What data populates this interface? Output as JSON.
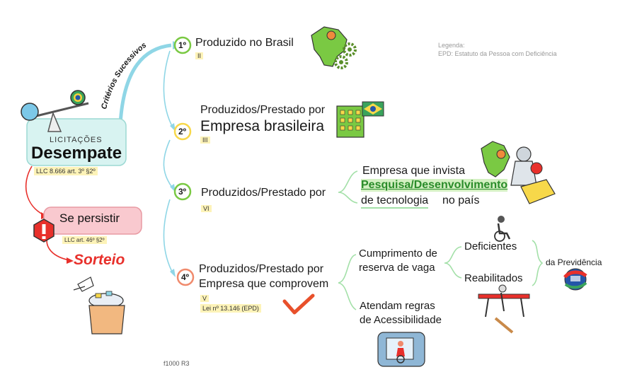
{
  "left": {
    "box_line1": "LICITAÇÕES",
    "box_line2": "Desempate",
    "box_ref": "LLC 8.666 art. 3º §2º",
    "persist_label": "Se persistir",
    "persist_ref": "LLC art. 46º §2º",
    "sorteio_label": "Sorteio"
  },
  "curve_label": "Critérios Sucessivos",
  "criteria": [
    {
      "num": "1º",
      "line1": "Produzido no Brasil",
      "line2": "",
      "roman": "II"
    },
    {
      "num": "2º",
      "line1": "Produzidos/Prestado por",
      "line2": "Empresa brasileira",
      "roman": "III"
    },
    {
      "num": "3º",
      "line1": "Produzidos/Prestado por",
      "line2": "",
      "roman": "VI"
    },
    {
      "num": "4º",
      "line1": "Produzidos/Prestado por",
      "line2": "Empresa que comprovem",
      "roman": "V",
      "ref": "Lei nº 13.146 (EPD)"
    }
  ],
  "branch3": {
    "line1": "Empresa que invista",
    "line2": "Pesquisa/Desenvolvimento",
    "line3a": "de tecnologia",
    "line3b": "no país"
  },
  "branch4": {
    "reserva_line1": "Cumprimento de",
    "reserva_line2": "reserva de vaga",
    "deficientes": "Deficientes",
    "reabilitados": "Reabilitados",
    "previdencia": "da Previdência",
    "acess_line1": "Atendam regras",
    "acess_line2": "de Acessibilidade"
  },
  "legend": {
    "title": "Legenda:",
    "text": "EPD: Estatuto da Pessoa com Deficiência"
  },
  "footer": "f1000 R3",
  "colors": {
    "arrow_teal": "#8fd6e6",
    "num_1": "#7ac943",
    "num_2": "#f7d84a",
    "num_3": "#7ac943",
    "num_4": "#f08a6c",
    "box_fill": "#d8f3f1",
    "persist_fill": "#f9c9cf",
    "sorteio_red": "#e8302b",
    "branch_green": "#a3e0a8"
  }
}
